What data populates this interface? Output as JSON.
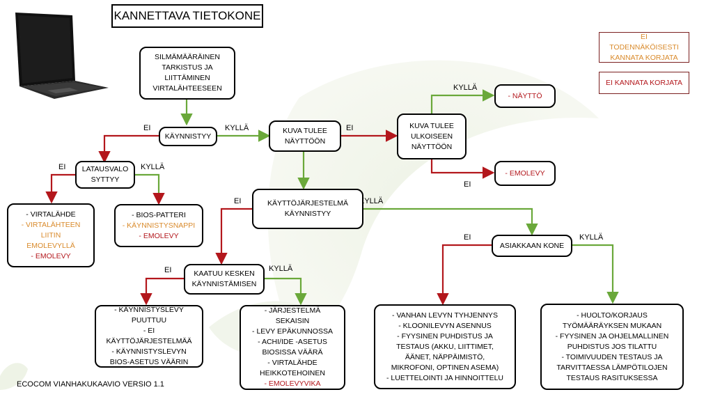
{
  "title": "KANNETTAVA TIETOKONE",
  "legend": {
    "orange": "EI TODENNÄKÖISESTI KANNATA KORJATA",
    "red": "EI KANNATA KORJATA"
  },
  "colors": {
    "green": "#6aa83a",
    "red": "#b3171c",
    "orange": "#d98a2b"
  },
  "footer": "ECOCOM VIANHAKUKAAVIO VERSIO 1.1",
  "edge_labels": {
    "yes": "KYLLÄ",
    "no": "EI"
  },
  "nodes": {
    "check": "SILMÄMÄÄRÄINEN TARKISTUS JA LIITTÄMINEN VIRTALÄHTEESEEN",
    "starts": "KÄYNNISTYY",
    "image": "KUVA TULEE NÄYTTÖÖN",
    "external": "KUVA TULEE ULKOISEEN NÄYTTÖÖN",
    "screen": "- NÄYTTÖ",
    "mobo_ext": "- EMOLEVY",
    "led": "LATAUSVALO SYTTYY",
    "os": "KÄYTTÖJÄRJESTELMÄ KÄYNNISTYY",
    "customer": "ASIAKKAAN KONE",
    "crash": "KAATUU KESKEN KÄYNNISTÄMISEN"
  },
  "lists": {
    "power": [
      {
        "text": "- VIRTALÄHDE",
        "color": "black"
      },
      {
        "text": "- VIRTALÄHTEEN LIITIN EMOLEVYLLÄ",
        "color": "orange"
      },
      {
        "text": "- EMOLEVY",
        "color": "red"
      }
    ],
    "bios": [
      {
        "text": "- BIOS-PATTERI",
        "color": "black"
      },
      {
        "text": "- KÄYNNISTYSNAPPI",
        "color": "orange"
      },
      {
        "text": "- EMOLEVY",
        "color": "red"
      }
    ],
    "bootdisk": [
      "- KÄYNNISTYSLEVY PUUTTUU",
      "- EI KÄYTTÖJÄRJESTELMÄÄ",
      "- KÄYNNISTYSLEVYN BIOS-ASETUS VÄÄRIN"
    ],
    "system": [
      {
        "text": "- JÄRJESTELMÄ SEKAISIN",
        "color": "black"
      },
      {
        "text": "- LEVY EPÄKUNNOSSA",
        "color": "black"
      },
      {
        "text": "- ACHI/IDE -ASETUS BIOSISSA VÄÄRÄ",
        "color": "black"
      },
      {
        "text": "- VIRTALÄHDE HEIKKOTEHOINEN",
        "color": "black"
      },
      {
        "text": "- EMOLEVYVIKA",
        "color": "red"
      }
    ],
    "refurb": [
      "- VANHAN LEVYN TYHJENNYS",
      "- KLOONILEVYN ASENNUS",
      "- FYYSINEN PUHDISTUS JA TESTAUS (AKKU, LIITTIMET, ÄÄNET, NÄPPÄIMISTÖ, MIKROFONI, OPTINEN ASEMA)",
      "- LUETTELOINTI JA HINNOITTELU"
    ],
    "service": [
      "- HUOLTO/KORJAUS TYÖMÄÄRÄYKSEN MUKAAN",
      "- FYYSINEN JA OHJELMALLINEN PUHDISTUS JOS TILATTU",
      "- TOIMIVUUDEN TESTAUS JA TARVITTAESSA LÄMPÖTILOJEN TESTAUS RASITUKSESSA"
    ]
  }
}
